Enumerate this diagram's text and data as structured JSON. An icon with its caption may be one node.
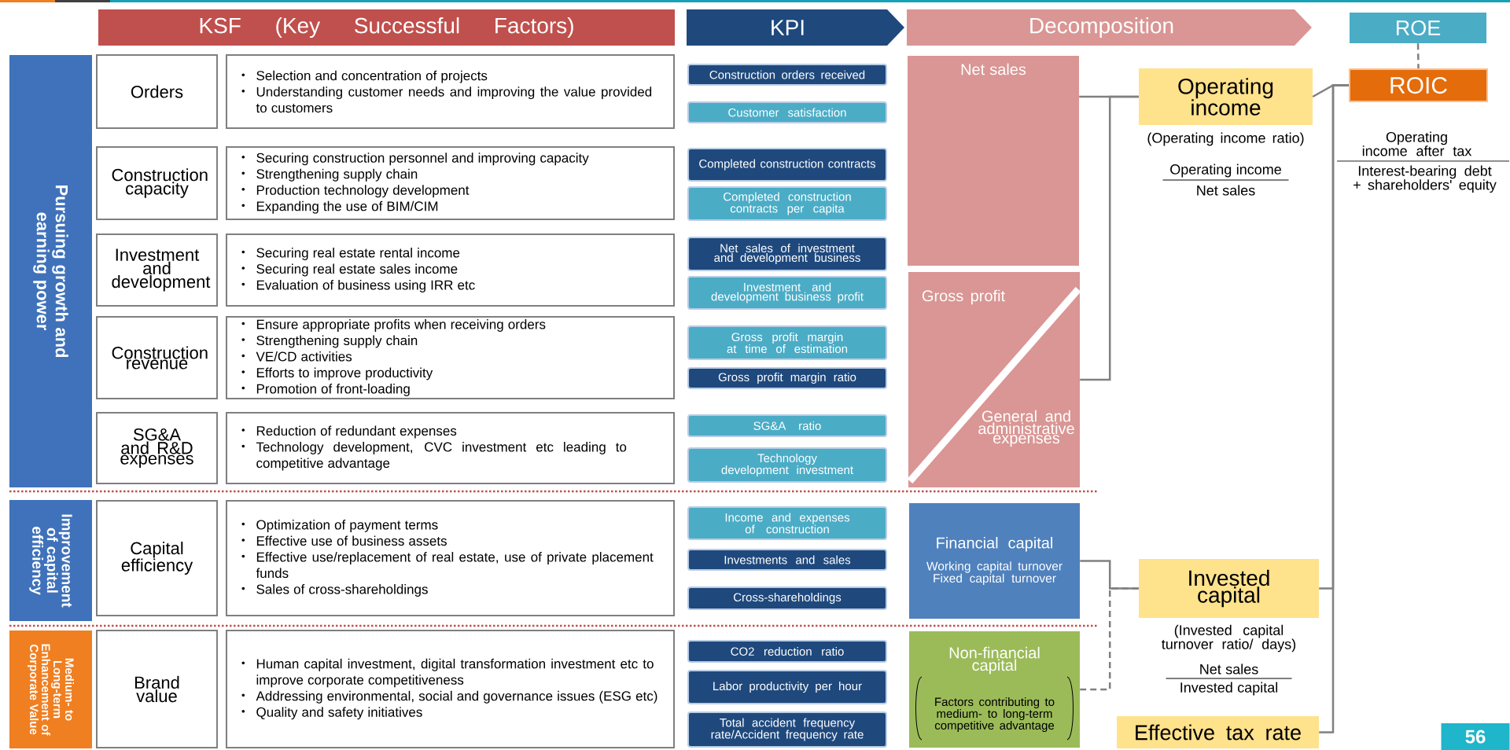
{
  "diagram": {
    "nodes": [
      {
        "text": [
          "KSF (Key Successful Factors)"
        ]
      },
      {
        "text": [
          "KPI"
        ]
      },
      {
        "text": [
          "Decomposition"
        ]
      },
      {
        "text": [
          "ROE"
        ]
      },
      {
        "text": [
          "Pursuing growth and earning power"
        ]
      },
      {
        "text": [
          "Orders"
        ]
      },
      {
        "text": [
          "Selection and concentration of projects",
          "Understanding customer needs and improving the value provided to customers"
        ]
      },
      {
        "text": [
          "Construction orders received"
        ]
      },
      {
        "text": [
          "Customer satisfaction"
        ]
      },
      {
        "text": [
          "Construction capacity"
        ]
      },
      {
        "text": [
          "Securing construction personnel and improving capacity",
          "Strengthening supply chain",
          "Production technology development",
          "Expanding the use of BIM/CIM"
        ]
      },
      {
        "text": [
          "Completed construction contracts"
        ]
      },
      {
        "text": [
          "Completed construction contracts per capita"
        ]
      },
      {
        "text": [
          "Investment and development"
        ]
      },
      {
        "text": [
          "Securing real estate rental income",
          "Securing real estate sales income",
          "Evaluation of business using IRR etc"
        ]
      },
      {
        "text": [
          "Net sales of investment and development business"
        ]
      },
      {
        "text": [
          "Investment and development business profit"
        ]
      },
      {
        "text": [
          "Construction revenue"
        ]
      },
      {
        "text": [
          "Ensure appropriate profits when receiving orders",
          "Strengthening supply chain",
          "VE/CD activities",
          "Efforts to improve productivity",
          "Promotion of front-loading"
        ]
      },
      {
        "text": [
          "Gross profit margin at time of estimation"
        ]
      },
      {
        "text": [
          "Gross profit margin ratio"
        ]
      },
      {
        "text": [
          "SG&A and R&D expenses"
        ]
      },
      {
        "text": [
          "Reduction of redundant expenses",
          "Technology development, CVC investment etc leading to competitive advantage"
        ]
      },
      {
        "text": [
          "SG&A ratio"
        ]
      },
      {
        "text": [
          "Technology development investment"
        ]
      },
      {
        "text": [
          "Improvement of capital efficiency"
        ]
      },
      {
        "text": [
          "Capital efficiency"
        ]
      },
      {
        "text": [
          "Optimization of payment terms",
          "Effective use of business assets",
          "Effective use/replacement of real estate, use of private placement funds",
          "Sales of cross-shareholdings"
        ]
      },
      {
        "text": [
          "Income and expenses of construction"
        ]
      },
      {
        "text": [
          "Investments and sales"
        ]
      },
      {
        "text": [
          "Cross-shareholdings"
        ]
      },
      {
        "text": [
          "Medium- to Long-term Enhancement of Corporate Value"
        ]
      },
      {
        "text": [
          "Brand value"
        ]
      },
      {
        "text": [
          "Human capital investment, digital transformation investment etc to improve corporate competitiveness",
          "Addressing environmental, social and governance issues (ESG etc)",
          "Quality and safety initiatives"
        ]
      },
      {
        "text": [
          "CO2 reduction ratio"
        ]
      },
      {
        "text": [
          "Labor productivity per hour"
        ]
      },
      {
        "text": [
          "Total accident frequency rate/Accident frequency rate"
        ]
      },
      {
        "text": [
          "Net sales"
        ]
      },
      {
        "text": [
          "Gross profit",
          "General and administrative expenses"
        ]
      },
      {
        "text": [
          "Financial capital",
          "Working capital turnover",
          "Fixed capital turnover"
        ]
      },
      {
        "text": [
          "Non-financial capital",
          "Factors contributing to medium- to long-term competitive advantage"
        ]
      },
      {
        "text": [
          "Operating income"
        ],
        "beside": [
          "(Operating income ratio)",
          "Operating income",
          "Net sales"
        ]
      },
      {
        "text": [
          "ROIC"
        ],
        "beside": [
          "Operating income after tax",
          "Interest-bearing debt + shareholders' equity"
        ]
      },
      {
        "text": [
          "Invested capital"
        ],
        "beside": [
          "(Invested capital turnover ratio/ days)",
          "Net sales",
          "Invested capital"
        ]
      },
      {
        "text": [
          "Effective tax rate"
        ]
      }
    ],
    "edges": [
      {
        "from": 37,
        "to": 41,
        "arrow": "none"
      },
      {
        "from": 38,
        "to": 41,
        "arrow": "none"
      },
      {
        "from": 39,
        "to": 43,
        "arrow": "none"
      },
      {
        "from": 40,
        "to": 43,
        "arrow": "none",
        "style": "dashed"
      },
      {
        "from": 41,
        "to": 42,
        "arrow": "none"
      },
      {
        "from": 43,
        "to": 42,
        "arrow": "none"
      },
      {
        "from": 44,
        "to": 42,
        "arrow": "none"
      },
      {
        "from": 3,
        "to": 42,
        "arrow": "none",
        "style": "dashed"
      }
    ],
    "labels": [
      "56"
    ]
  }
}
